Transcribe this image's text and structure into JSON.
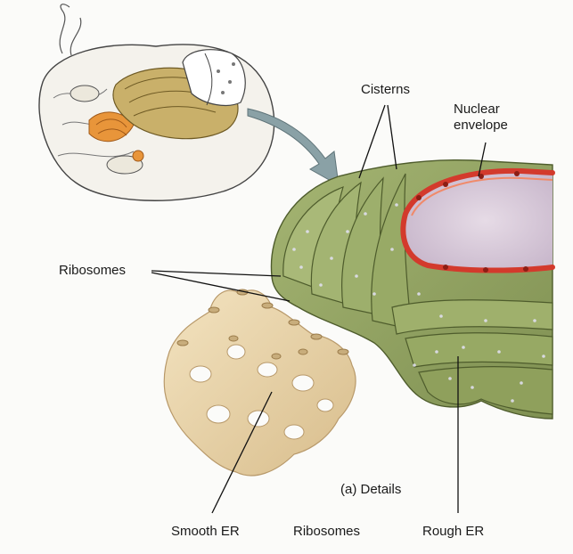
{
  "figure": {
    "caption": "(a) Details"
  },
  "labels": {
    "cisterns": "Cisterns",
    "nuclear_envelope_line1": "Nuclear",
    "nuclear_envelope_line2": "envelope",
    "ribosomes_left": "Ribosomes",
    "smooth_er": "Smooth ER",
    "ribosomes_bottom": "Ribosomes",
    "rough_er": "Rough ER"
  },
  "colors": {
    "rough_er_fill": "#8f9f62",
    "rough_er_dark": "#5f6e3a",
    "smooth_er_fill": "#ead6ad",
    "smooth_er_shadow": "#c8ad7c",
    "nuclear_envelope": "#d33a2c",
    "nucleus_interior": "#d6c8d8",
    "cell_outline": "#444444",
    "golgi_orange": "#e8953a",
    "arrow_fill": "#8aa1a6"
  }
}
